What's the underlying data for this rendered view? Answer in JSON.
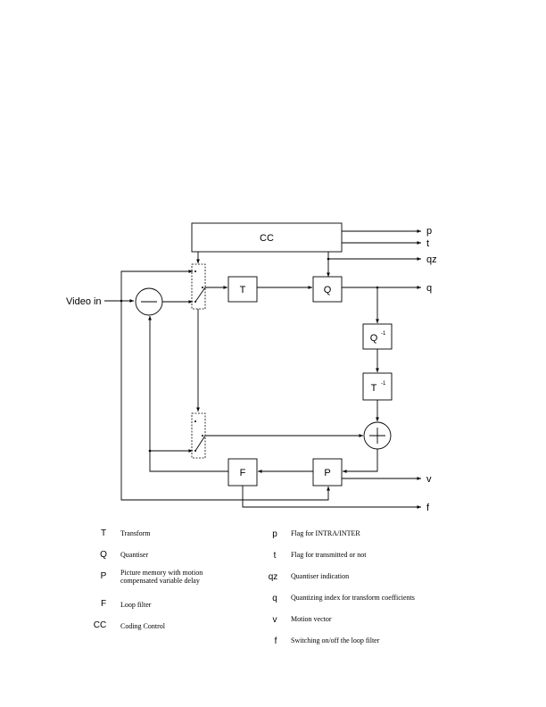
{
  "blocks": {
    "cc": "CC",
    "t": "T",
    "q": "Q",
    "q_inv": "Q",
    "t_inv": "T",
    "inverse_sup": "-1",
    "f": "F",
    "p": "P"
  },
  "signals": {
    "video_in": "Video in",
    "p": "p",
    "t": "t",
    "qz": "qz",
    "q": "q",
    "v": "v",
    "f": "f"
  },
  "legend_left": [
    {
      "sym": "T",
      "desc": "Transform"
    },
    {
      "sym": "Q",
      "desc": "Quantiser"
    },
    {
      "sym": "P",
      "desc": "Picture memory with motion",
      "desc2": "compensated variable delay"
    },
    {
      "sym": "F",
      "desc": "Loop filter"
    },
    {
      "sym": "CC",
      "desc": "Coding Control"
    }
  ],
  "legend_right": [
    {
      "sym": "p",
      "desc": "Flag for INTRA/INTER"
    },
    {
      "sym": "t",
      "desc": "Flag for transmitted or not"
    },
    {
      "sym": "qz",
      "desc": "Quantiser indication"
    },
    {
      "sym": "q",
      "desc": "Quantizing index for transform coefficients"
    },
    {
      "sym": "v",
      "desc": "Motion vector"
    },
    {
      "sym": "f",
      "desc": "Switching on/off the loop filter"
    }
  ]
}
